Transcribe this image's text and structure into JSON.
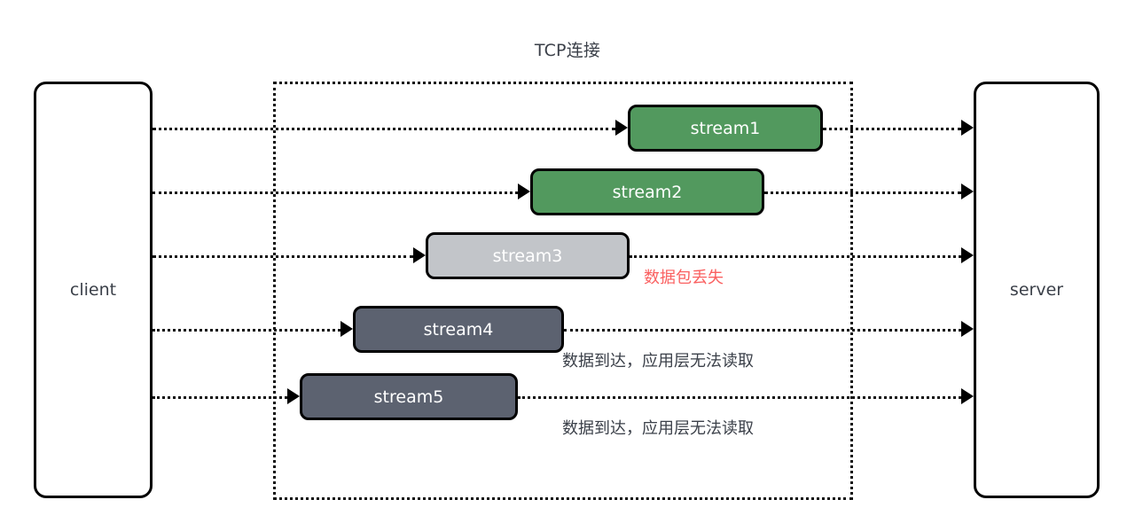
{
  "diagram": {
    "title": "TCP连接",
    "endpoints": {
      "client_label": "client",
      "server_label": "server"
    },
    "colors": {
      "green": "#52995e",
      "gray": "#c2c5c9",
      "slate": "#5c6270",
      "red": "#fa6060",
      "text_dark": "#3b4049",
      "line": "#111111",
      "background": "#ffffff"
    },
    "streams": [
      {
        "label": "stream1",
        "state": "delivered",
        "color": "#52995e"
      },
      {
        "label": "stream2",
        "state": "delivered",
        "color": "#52995e"
      },
      {
        "label": "stream3",
        "state": "lost",
        "color": "#c2c5c9"
      },
      {
        "label": "stream4",
        "state": "blocked",
        "color": "#5c6270"
      },
      {
        "label": "stream5",
        "state": "blocked",
        "color": "#5c6270"
      }
    ],
    "annotations": [
      {
        "text": "数据包丢失",
        "stream": "stream3",
        "style": "red"
      },
      {
        "text": "数据到达，应用层无法读取",
        "stream": "stream4",
        "style": "dark"
      },
      {
        "text": "数据到达，应用层无法读取",
        "stream": "stream5",
        "style": "dark"
      }
    ]
  }
}
